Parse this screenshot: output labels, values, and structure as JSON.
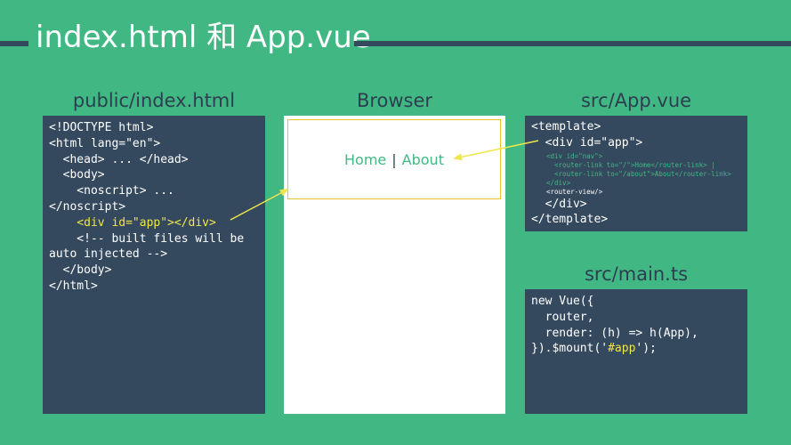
{
  "title": "index.html 和 App.vue",
  "labels": {
    "public_index": "public/index.html",
    "browser": "Browser",
    "app_vue": "src/App.vue",
    "main_ts": "src/main.ts"
  },
  "index_html": {
    "lines": [
      "<!DOCTYPE html>",
      "<html lang=\"en\">",
      "  <head> ... </head>",
      "  <body>",
      "    <noscript> ...",
      "</noscript>",
      "    <div id=\"app\"></div>",
      "    <!-- built files will be",
      "auto injected -->",
      "  </body>",
      "</html>"
    ]
  },
  "browser": {
    "nav_home": "Home",
    "nav_separator": "|",
    "nav_about": "About"
  },
  "app_vue": {
    "line1": "<template>",
    "line2": "  <div id=\"app\">",
    "small_lines": [
      "<div id=\"nav\">",
      "  <router-link to=\"/\">Home</router-link> |",
      "  <router-link to=\"/about\">About</router-link>",
      "</div>"
    ],
    "router_view": "<router-view/>",
    "line_close_div": "  </div>",
    "line_close_template": "</template>"
  },
  "main_ts": {
    "line1": "new Vue({",
    "line2": "  router,",
    "line3": "  render: (h) => h(App),",
    "line4_prefix": "}).$mount('",
    "line4_highlight": "#app",
    "line4_suffix": "');"
  },
  "colors": {
    "background": "#41b883",
    "panel": "#34495e",
    "highlight": "#f0e54a",
    "link": "#42b983",
    "arrow": "#f0e54a"
  }
}
